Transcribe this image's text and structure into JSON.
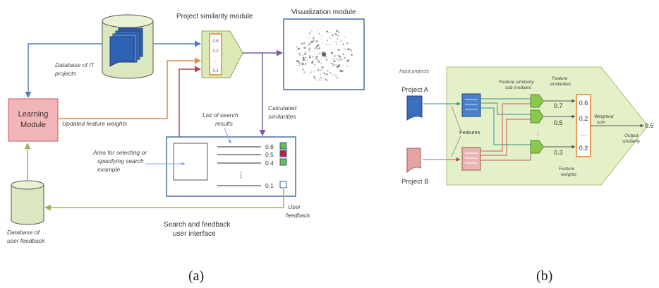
{
  "panel_a": {
    "caption": "(a)",
    "db_it_label_1": "Database of IT",
    "db_it_label_2": "projects",
    "similarity_module_title": "Project similarity module",
    "similarity_values": [
      "0.6",
      "0.2",
      "…",
      "0.1"
    ],
    "visualization_module_title": "Visualization module",
    "learning_module_label_1": "Learning",
    "learning_module_label_2": "Module",
    "updated_weights_label": "Updated feature weights",
    "calculated_label_1": "Calculated",
    "calculated_label_2": "similarities",
    "search_list_label_1": "List of search",
    "search_list_label_2": "results",
    "area_label_1": "Area for selecting or",
    "area_label_2": "specifying search",
    "area_label_3": "example",
    "results": [
      {
        "value": "0.6",
        "color": "#6cbf4a"
      },
      {
        "value": "0.5",
        "color": "#c8202a"
      },
      {
        "value": "0.4",
        "color": "#6cbf4a"
      },
      {
        "value": "0.1",
        "color": "#ffffff"
      }
    ],
    "ellipsis": "⋮",
    "user_feedback_label_1": "User",
    "user_feedback_label_2": "feedback",
    "ui_label_1": "Search and feedback",
    "ui_label_2": "user interface",
    "db_feedback_label_1": "Database of",
    "db_feedback_label_2": "user feedback"
  },
  "panel_b": {
    "caption": "(b)",
    "input_projects_label": "Input projects",
    "project_a_label": "Project A",
    "project_b_label": "Project B",
    "features_label": "Features",
    "submodules_label_1": "Feature similarity",
    "submodules_label_2": "sub modules",
    "feature_similarities_label_1": "Feature",
    "feature_similarities_label_2": "similarities",
    "feature_similarity_values": [
      "0.7",
      "0.5",
      "0.3"
    ],
    "weights": [
      "0.6",
      "0.2",
      "…",
      "0.2"
    ],
    "feature_weights_label_1": "Feature",
    "feature_weights_label_2": "weights",
    "weighted_sum_label_1": "Weighted",
    "weighted_sum_label_2": "sum",
    "output_value": "0.6",
    "output_label_1": "Output",
    "output_label_2": "similarity",
    "ellipsis": "⋮"
  }
}
